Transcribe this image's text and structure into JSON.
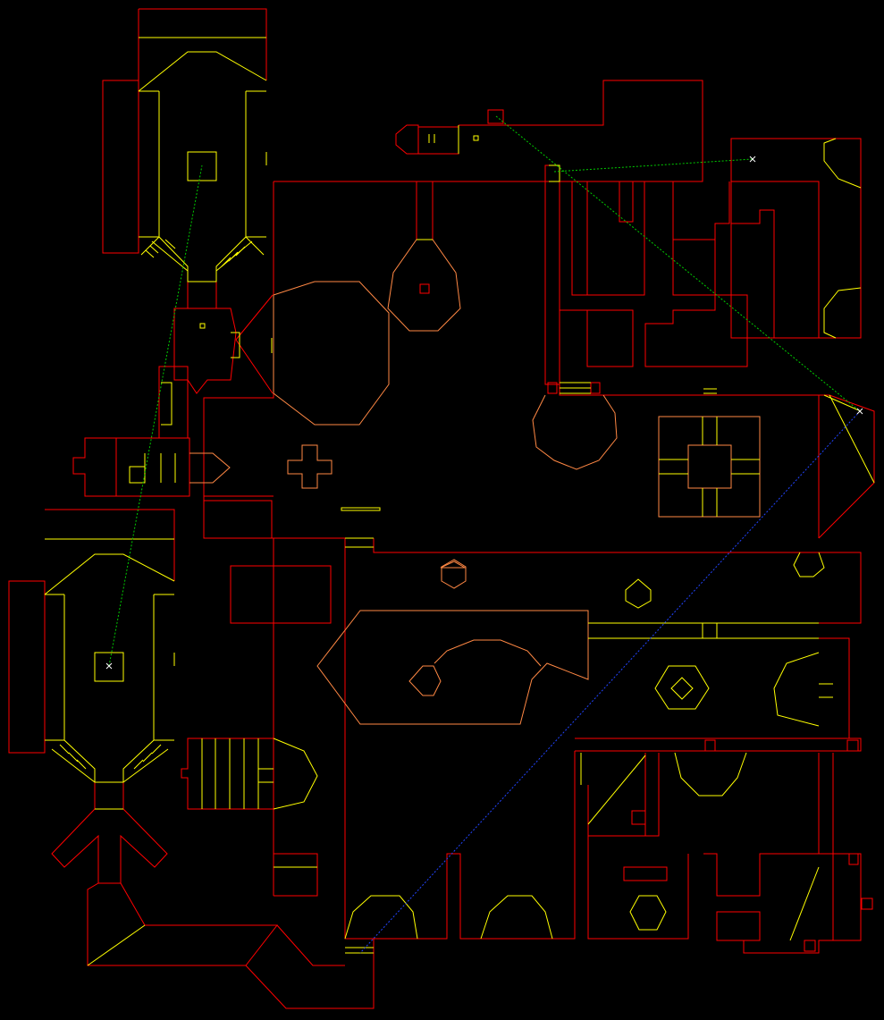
{
  "view": "automap",
  "colors": {
    "background": "#000000",
    "wall": "#ff0000",
    "step": "#ffff00",
    "ceiling_change": "#ff8844",
    "teleport_link_green": "#00cc00",
    "teleport_link_blue": "#2244ff",
    "marker": "#ffffff"
  },
  "legend_items": [
    "wall-lines",
    "step-lines",
    "ceiling-lines",
    "teleport-links",
    "teleport-markers"
  ]
}
